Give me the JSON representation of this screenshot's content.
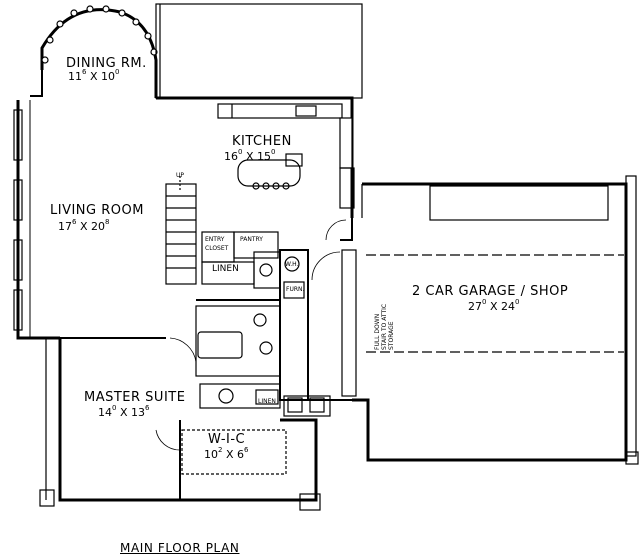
{
  "rooms": {
    "dining": {
      "name": "DINING RM.",
      "w_ft": "11",
      "w_in": "6",
      "sep": "X",
      "l_ft": "10",
      "l_in": "0"
    },
    "kitchen": {
      "name": "KITCHEN",
      "w_ft": "16",
      "w_in": "0",
      "sep": "X",
      "l_ft": "15",
      "l_in": "0"
    },
    "living": {
      "name": "LIVING ROOM",
      "w_ft": "17",
      "w_in": "6",
      "sep": "X",
      "l_ft": "20",
      "l_in": "8"
    },
    "garage": {
      "name": "2 CAR GARAGE / SHOP",
      "w_ft": "27",
      "w_in": "0",
      "sep": "X",
      "l_ft": "24",
      "l_in": "0"
    },
    "master": {
      "name": "MASTER SUITE",
      "w_ft": "14",
      "w_in": "0",
      "sep": "X",
      "l_ft": "13",
      "l_in": "6"
    },
    "wic": {
      "name": "W-I-C",
      "w_ft": "10",
      "w_in": "2",
      "sep": "X",
      "l_ft": "6",
      "l_in": "6"
    }
  },
  "fixtures": {
    "linen_main": "LINEN",
    "linen_small": "LINEN",
    "entry_closet_1": "ENTRY",
    "entry_closet_2": "CLOSET",
    "pantry": "PANTRY",
    "stair_up": "UP",
    "washer": "W.H.",
    "furnace": "FURN.",
    "attic_stair": "FULL DOWN\nSTAIR TO ATTIC\nSTORAGE"
  },
  "caption": "MAIN FLOOR PLAN"
}
